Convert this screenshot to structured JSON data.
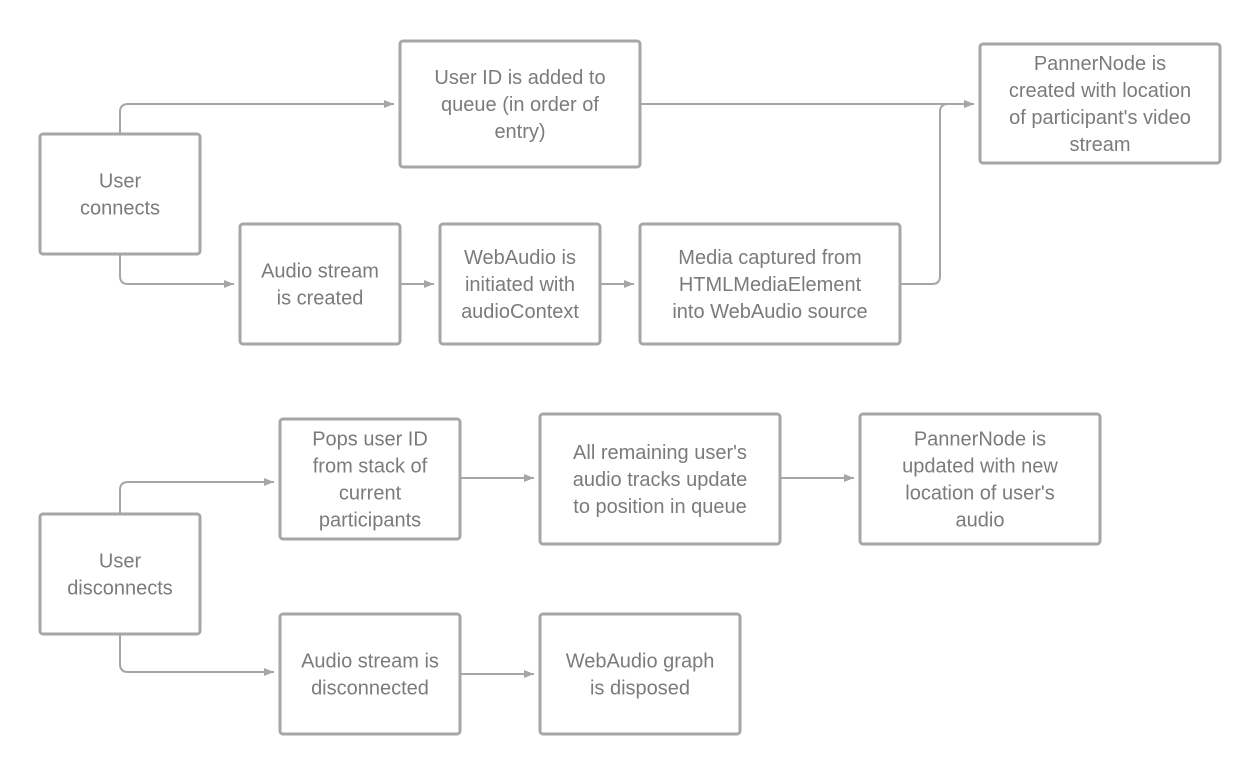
{
  "nodes": {
    "user_connects": [
      "User",
      "connects"
    ],
    "user_id_queue": [
      "User ID is added to",
      "queue (in order of",
      "entry)"
    ],
    "panner_created": [
      "PannerNode is",
      "created with location",
      "of participant's video",
      "stream"
    ],
    "audio_stream_created": [
      "Audio stream",
      "is created"
    ],
    "webaudio_initiated": [
      "WebAudio is",
      "initiated with",
      "audioContext"
    ],
    "media_captured": [
      "Media captured from",
      "HTMLMediaElement",
      "into WebAudio source"
    ],
    "user_disconnects": [
      "User",
      "disconnects"
    ],
    "pops_user_id": [
      "Pops user ID",
      "from stack of",
      "current",
      "participants"
    ],
    "remaining_tracks": [
      "All remaining user's",
      "audio tracks update",
      "to position in queue"
    ],
    "panner_updated": [
      "PannerNode is",
      "updated with new",
      "location of user's",
      "audio"
    ],
    "audio_stream_disconnected": [
      "Audio stream is",
      "disconnected"
    ],
    "webaudio_disposed": [
      "WebAudio graph",
      "is disposed"
    ]
  },
  "colors": {
    "stroke": "#a6a6a6",
    "text": "#7b7b7b",
    "background": "#ffffff"
  }
}
